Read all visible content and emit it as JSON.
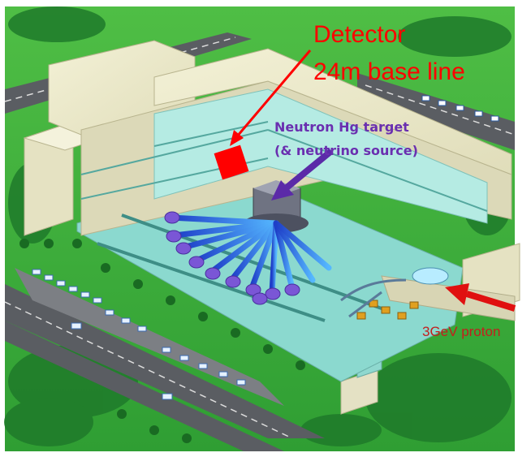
{
  "annotations": {
    "detector_line1": "Detector",
    "detector_line2": "24m base line",
    "target_line1": "Neutron Hg target",
    "target_line2": "(& neutrino source)",
    "beam": "3GeV proton"
  },
  "colors": {
    "detector_marker": "#ff0000",
    "detector_arrow": "#ff0000",
    "target_arrow": "#5b2aa8",
    "beam_arrow": "#e01010",
    "grass": "#3fae3a",
    "building": "#ece9c9",
    "hall_floor": "#a9ece2"
  }
}
